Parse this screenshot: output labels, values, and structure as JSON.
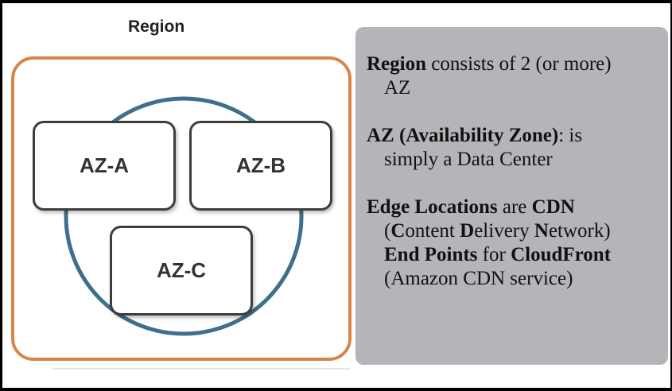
{
  "diagram": {
    "region_label": "Region",
    "zones": [
      "AZ-A",
      "AZ-B",
      "AZ-C"
    ],
    "colors": {
      "region_border": "#d8854a",
      "ring": "#3e6f8e",
      "zone_border": "#3d3d3d"
    }
  },
  "info": {
    "p1": {
      "region": "Region",
      "text1": " consists of 2 (or more)",
      "text2": "AZ"
    },
    "p2": {
      "az_term": "AZ (Availability Zone)",
      "text1": ": is",
      "text2": "simply a Data Center"
    },
    "p3": {
      "edge": "Edge Locations",
      "are": " are ",
      "cdn": "CDN",
      "open": "(",
      "c": "C",
      "ontent": "ontent ",
      "d": "D",
      "elivery": "elivery ",
      "n": "N",
      "etwork": "etwork)",
      "endpoints": "End Points",
      "for": " for ",
      "cloudfront": "CloudFront",
      "amazon": "(Amazon CDN service)"
    },
    "background": "#b4b4b9"
  }
}
